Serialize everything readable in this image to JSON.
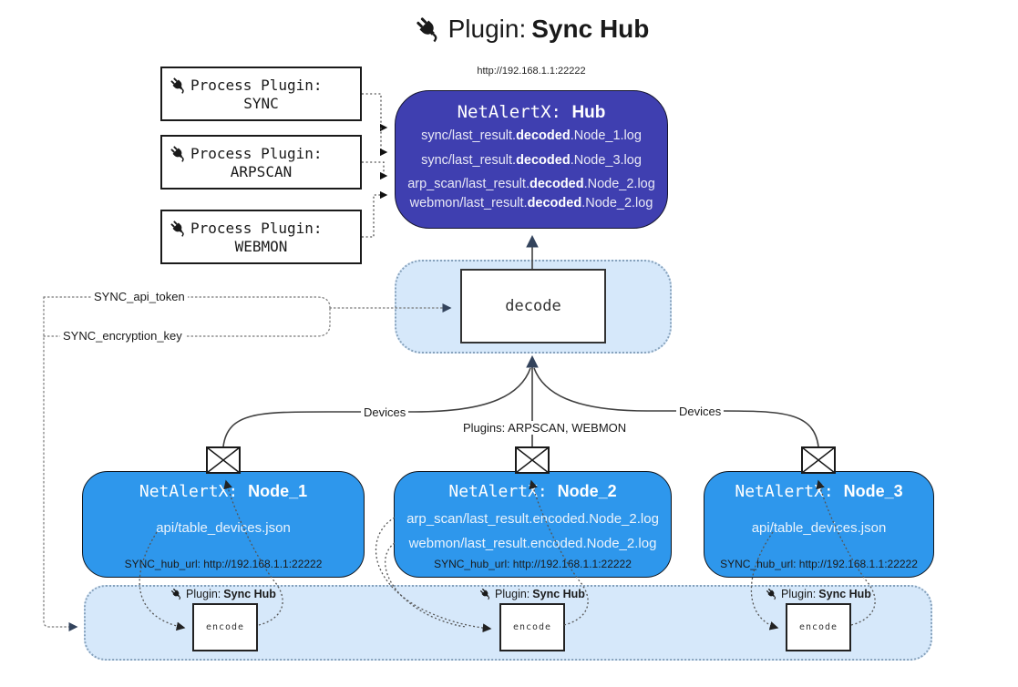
{
  "title": {
    "prefix": "Plugin:",
    "name": "Sync Hub"
  },
  "hub": {
    "url": "http://192.168.1.1:22222",
    "prefix": "NetAlertX: ",
    "name": "Hub",
    "logs": [
      {
        "pre": "sync/last_result.",
        "bold": "decoded",
        "post": ".Node_1.log"
      },
      {
        "pre": "sync/last_result.",
        "bold": "decoded",
        "post": ".Node_3.log"
      },
      {
        "pre": "arp_scan/last_result.",
        "bold": "decoded",
        "post": ".Node_2.log"
      },
      {
        "pre": "webmon/last_result.",
        "bold": "decoded",
        "post": ".Node_2.log"
      }
    ]
  },
  "process_plugins": [
    {
      "label": "Process Plugin:",
      "name": "SYNC"
    },
    {
      "label": "Process Plugin:",
      "name": "ARPSCAN"
    },
    {
      "label": "Process Plugin:",
      "name": "WEBMON"
    }
  ],
  "decode": {
    "label": "decode"
  },
  "config": {
    "api_token": "SYNC_api_token",
    "encryption_key": "SYNC_encryption_key"
  },
  "edge_labels": {
    "devices_left": "Devices",
    "devices_right": "Devices",
    "plugins_mid": "Plugins: ARPSCAN, WEBMON"
  },
  "nodes": [
    {
      "prefix": "NetAlertX: ",
      "name": "Node_1",
      "lines": [
        "api/table_devices.json"
      ],
      "hub_url": "SYNC_hub_url: http://192.168.1.1:22222"
    },
    {
      "prefix": "NetAlertX: ",
      "name": "Node_2",
      "lines": [
        "arp_scan/last_result.encoded.Node_2.log",
        "webmon/last_result.encoded.Node_2.log"
      ],
      "hub_url": "SYNC_hub_url: http://192.168.1.1:22222"
    },
    {
      "prefix": "NetAlertX: ",
      "name": "Node_3",
      "lines": [
        "api/table_devices.json"
      ],
      "hub_url": "SYNC_hub_url: http://192.168.1.1:22222"
    }
  ],
  "encode_plugins": [
    {
      "label_prefix": "Plugin:",
      "label_name": "Sync Hub",
      "box_label": "encode"
    },
    {
      "label_prefix": "Plugin:",
      "label_name": "Sync Hub",
      "box_label": "encode"
    },
    {
      "label_prefix": "Plugin:",
      "label_name": "Sync Hub",
      "box_label": "encode"
    }
  ],
  "colors": {
    "hub_fill": "#3F3FB0",
    "node_fill": "#2E97EC",
    "container_fill": "#D6E8FA",
    "border_dark": "#1a1a1a",
    "arrow_dark": "#33435C"
  }
}
